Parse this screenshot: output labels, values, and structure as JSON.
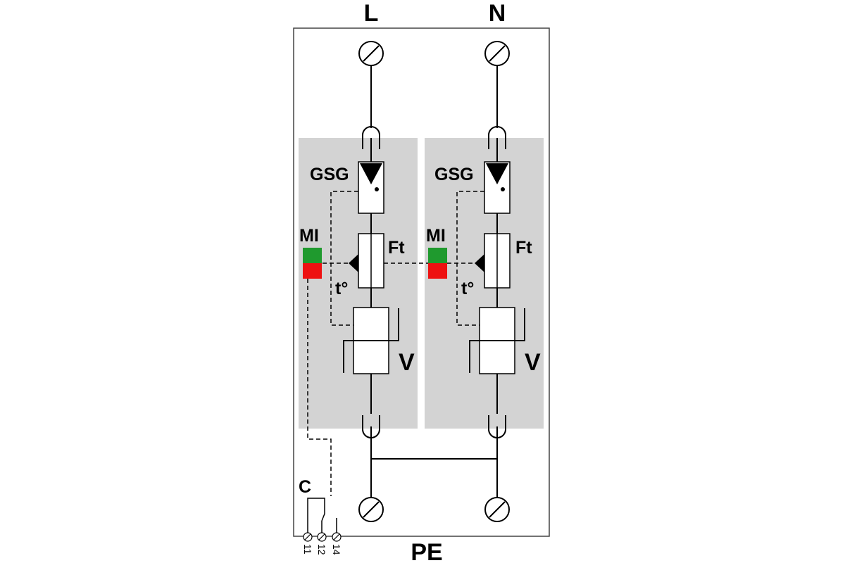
{
  "labels": {
    "top_left": "L",
    "top_right": "N",
    "bottom": "PE",
    "contact": "C"
  },
  "modules": [
    {
      "gsg": "GSG",
      "mi": "MI",
      "ft": "Ft",
      "temp": "t°",
      "varistor": "V"
    },
    {
      "gsg": "GSG",
      "mi": "MI",
      "ft": "Ft",
      "temp": "t°",
      "varistor": "V"
    }
  ],
  "terminals": [
    "11",
    "12",
    "14"
  ],
  "colors": {
    "module_fill": "#d3d3d3",
    "indicator_ok": "#1f9a2e",
    "indicator_fault": "#ee1111",
    "line": "#000000"
  }
}
